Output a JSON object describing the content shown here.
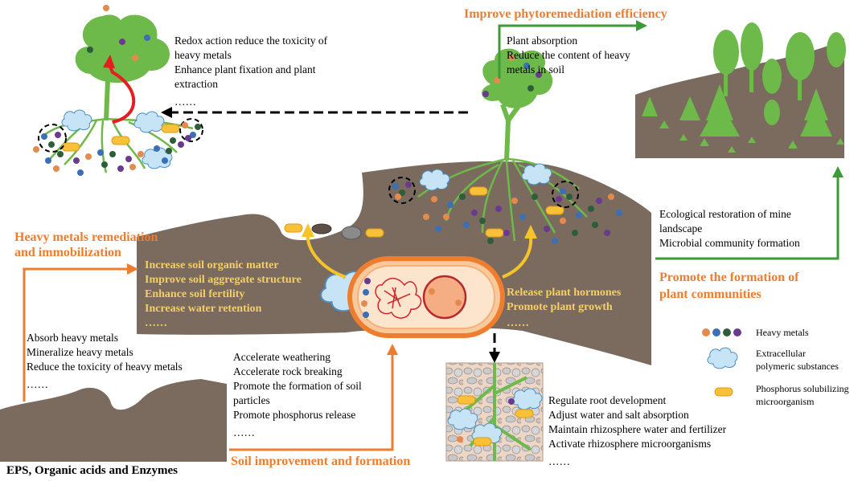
{
  "titles": {
    "improve_phyto": "Improve phytoremediation efficiency",
    "heavy_metals_remediation": "Heavy metals remediation",
    "and_immobilization": "and immobilization",
    "promote_formation": "Promote the formation of",
    "plant_communities": "plant communities",
    "soil_improvement": "Soil improvement and formation",
    "eps_organic": "EPS, Organic acids and Enzymes"
  },
  "tree_left": {
    "lines": [
      "Redox action reduce the toxicity of",
      "heavy metals",
      "Enhance plant fixation and plant",
      "extraction",
      "……"
    ]
  },
  "plant_absorption": {
    "lines": [
      "Plant absorption",
      "Reduce the content of heavy",
      "metals in soil"
    ]
  },
  "ecological": {
    "lines": [
      "Ecological restoration of mine",
      "landscape",
      "Microbial community formation"
    ]
  },
  "soil_effects": {
    "lines": [
      "Increase soil organic matter",
      "Improve soil aggregate structure",
      "Enhance soil fertility",
      "Increase water retention",
      "……"
    ]
  },
  "hormones": {
    "lines": [
      "Release plant hormones",
      "Promote plant growth",
      "……"
    ]
  },
  "absorb": {
    "lines": [
      "Absorb heavy metals",
      "Mineralize heavy metals",
      "Reduce the toxicity of heavy metals",
      "……"
    ]
  },
  "weathering": {
    "lines": [
      "Accelerate weathering",
      "Accelerate rock breaking",
      "Promote the formation of soil",
      "particles",
      "Promote phosphorus release",
      "……"
    ]
  },
  "root": {
    "lines": [
      "Regulate root development",
      "Adjust water and salt absorption",
      "Maintain rhizosphere water and fertilizer",
      "Activate rhizosphere microorganisms",
      "……"
    ]
  },
  "legend": {
    "heavy_metals": "Heavy metals",
    "eps_1": "Extracellular",
    "eps_2": "polymeric substances",
    "psm_1": "Phosphorus solubilizing",
    "psm_2": "microorganism"
  },
  "colors": {
    "orange": "#ee7d2f",
    "green": "#3e9a37",
    "yellow": "#f4d063",
    "soil": "#7b6b5e",
    "tree": "#6db94a"
  },
  "icons": [
    "tree-icon",
    "forest-icon",
    "bacterium-icon",
    "eps-cloud-icon",
    "heavy-metal-particle-icon",
    "soil-aggregate-icon"
  ]
}
